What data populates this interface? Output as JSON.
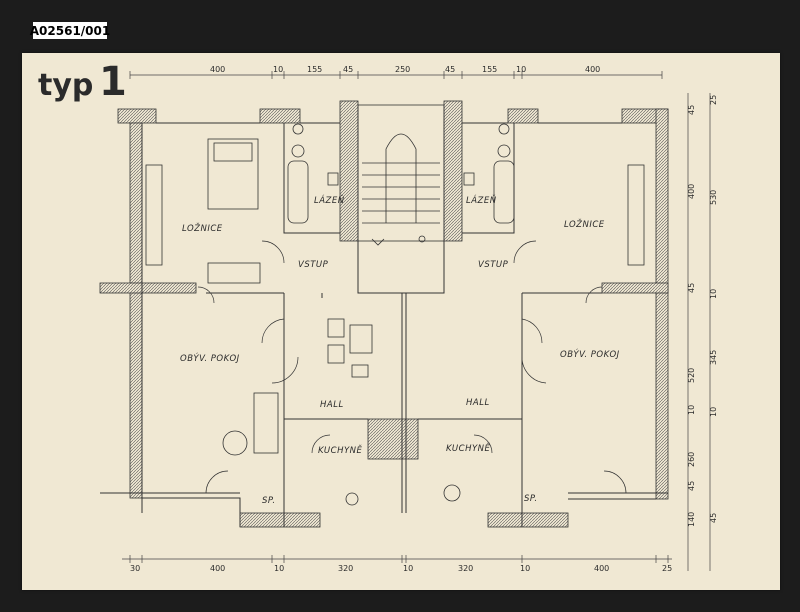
{
  "archive_id": "A02561/001",
  "title": {
    "prefix": "typ",
    "number": "1"
  },
  "rooms": {
    "loznice_left": "LOŽNICE",
    "loznice_right": "LOŽNICE",
    "lazen_left": "LÁZEŇ",
    "lazen_right": "LÁZEŇ",
    "vstup_left": "VSTUP",
    "vstup_right": "VSTUP",
    "obyv_left": "OBÝV. POKOJ",
    "obyv_right": "OBÝV. POKOJ",
    "hall_left": "HALL",
    "hall_right": "HALL",
    "kuchyne_left": "KUCHYNĚ",
    "kuchyne_right": "KUCHYNĚ",
    "sp_left": "SP.",
    "sp_right": "SP."
  },
  "dims_top": [
    "400",
    "10",
    "155",
    "45",
    "250",
    "45",
    "155",
    "10",
    "400"
  ],
  "dims_bottom": [
    "30",
    "400",
    "10",
    "320",
    "10",
    "320",
    "10",
    "400",
    "25"
  ],
  "dims_right_inner": [
    "45",
    "400",
    "45",
    "520",
    "10",
    "260",
    "45",
    "140"
  ],
  "dims_right_outer": [
    "25",
    "530",
    "10",
    "345",
    "10",
    "45"
  ],
  "colors": {
    "paper": "#f0e8d3",
    "ink": "#2b2b2b",
    "background": "#1c1c1c"
  }
}
